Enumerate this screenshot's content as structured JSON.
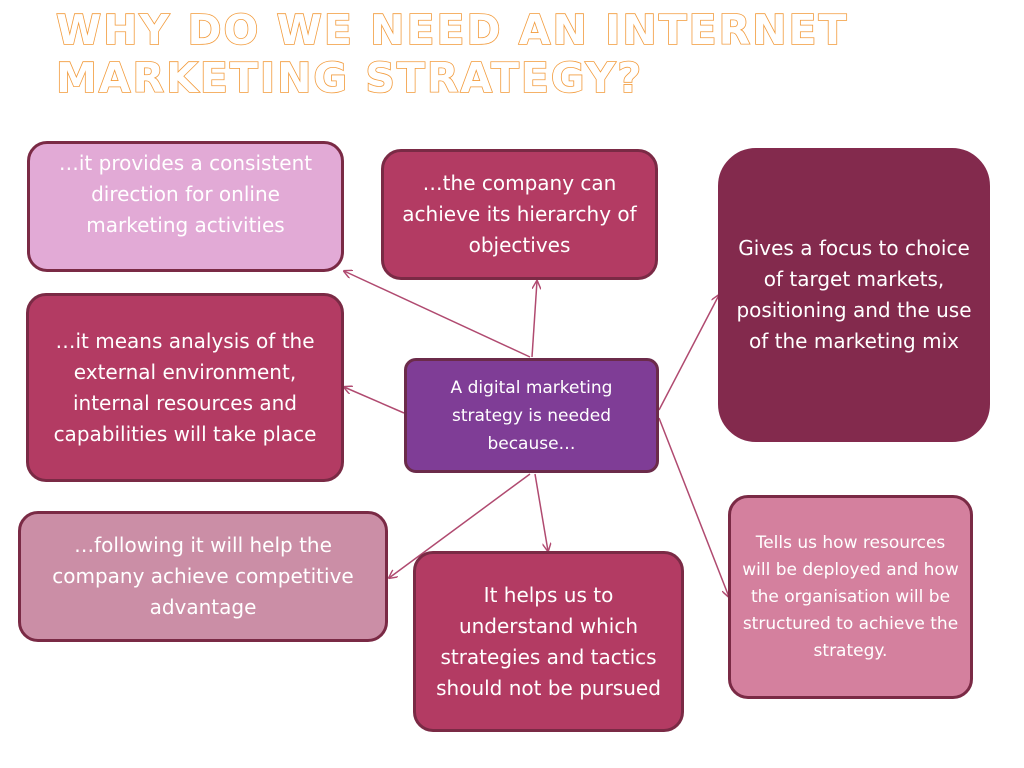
{
  "title": {
    "line1": "Why do we need an internet",
    "line2": "marketing strategy?"
  },
  "center": {
    "text": "A digital marketing strategy is needed because…"
  },
  "reasons": {
    "direction": "…it provides a consistent direction for online marketing activities",
    "hierarchy": "…the company can achieve its hierarchy of objectives",
    "focus": "Gives a focus to choice of target markets, positioning and the use of the marketing mix",
    "analysis": "…it means analysis of the external environment, internal resources and capabilities will take place",
    "advantage": "…following it will help the company achieve competitive advantage",
    "avoid": "It helps us to understand which strategies and tactics should not be pursued",
    "resources": "Tells us how resources will be deployed and how the organisation will be structured to achieve the strategy."
  },
  "colors": {
    "title_outline": "#f29a3a",
    "connector": "#b04a70",
    "center_fill": "#7f3d96",
    "light_pink": "#e2aad6",
    "raspberry": "#b33b63",
    "dark_plum": "#832a4d",
    "dusty_pink": "#cb8ea6",
    "rose": "#d4809e"
  }
}
